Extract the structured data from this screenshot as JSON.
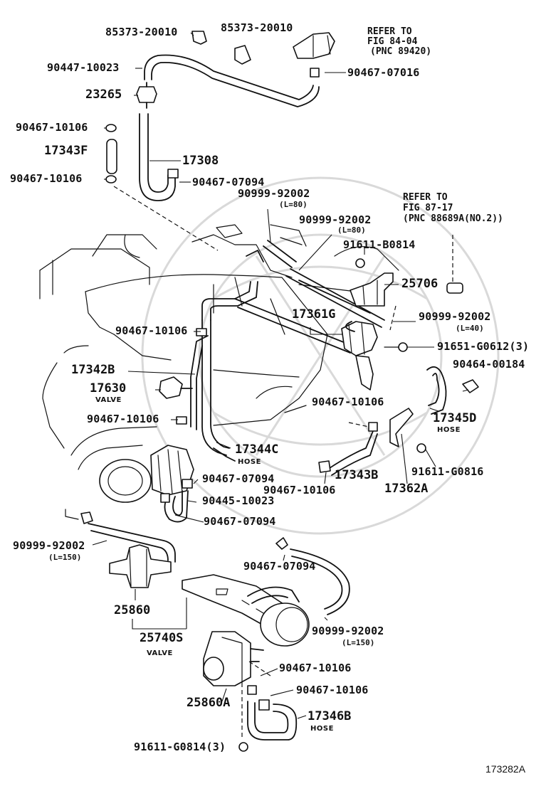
{
  "diagram": {
    "figure_id": "173282A",
    "labels": {
      "p85373_a": "85373-20010",
      "p85373_b": "85373-20010",
      "ref1_line1": "REFER TO",
      "ref1_line2": "FIG 84-04",
      "ref1_line3": "(PNC 89420)",
      "p90447": "90447-10023",
      "p90467_07016": "90467-07016",
      "p23265": "23265",
      "p90467_10106_a": "90467-10106",
      "p17343F": "17343F",
      "p17308": "17308",
      "p90467_10106_b": "90467-10106",
      "p90467_07094_a": "90467-07094",
      "p90999_a": "90999-92002",
      "l80_a": "(L=80)",
      "ref2_line1": "REFER TO",
      "ref2_line2": "FIG 87-17",
      "ref2_line3": "(PNC 88689A(NO.2))",
      "p90999_b": "90999-92002",
      "l80_b": "(L=80)",
      "p91611_B0814": "91611-B0814",
      "p25706": "25706",
      "p17361G": "17361G",
      "p90999_c": "90999-92002",
      "l40": "(L=40)",
      "p90467_10106_c": "90467-10106",
      "p91651": "91651-G0612(3)",
      "p17342B": "17342B",
      "p90464": "90464-00184",
      "p17630": "17630",
      "valve_a": "VALVE",
      "p90467_10106_d": "90467-10106",
      "p17345D": "17345D",
      "hose_a": "HOSE",
      "p90467_10106_e": "90467-10106",
      "p17344C": "17344C",
      "hose_b": "HOSE",
      "p91611_G0816": "91611-G0816",
      "p90467_07094_b": "90467-07094",
      "p17343B": "17343B",
      "p90467_10106_f": "90467-10106",
      "p17362A": "17362A",
      "p90445": "90445-10023",
      "p90467_07094_c": "90467-07094",
      "p90999_d": "90999-92002",
      "l150_a": "(L=150)",
      "p90467_07094_d": "90467-07094",
      "p25860": "25860",
      "p90999_e": "90999-92002",
      "l150_b": "(L=150)",
      "p25740S": "25740S",
      "valve_b": "VALVE",
      "p90467_10106_g": "90467-10106",
      "p90467_10106_h": "90467-10106",
      "p25860A": "25860A",
      "p17346B": "17346B",
      "hose_c": "HOSE",
      "p91611_G0814": "91611-G0814(3)"
    }
  }
}
